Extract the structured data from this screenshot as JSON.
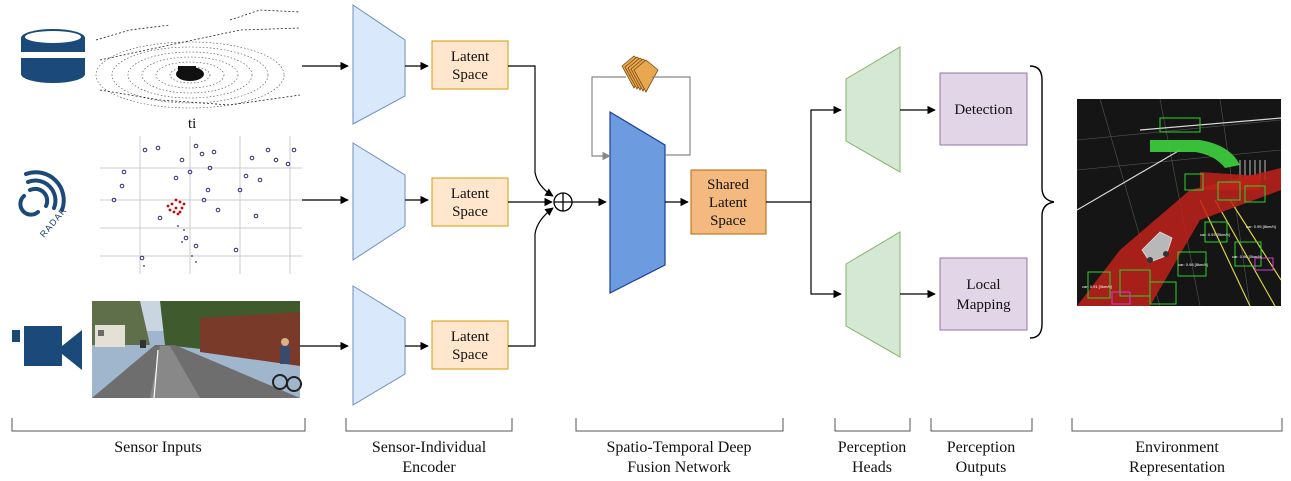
{
  "sensors": {
    "radar_icon_text": "RADAR",
    "radar_plot_caption": "ti"
  },
  "blocks": {
    "latent_space_line1": "Latent",
    "latent_space_line2": "Space",
    "shared_latent_line1": "Shared",
    "shared_latent_line2": "Latent",
    "shared_latent_line3": "Space",
    "detection": "Detection",
    "local_mapping_line1": "Local",
    "local_mapping_line2": "Mapping"
  },
  "sections": [
    {
      "line1": "Sensor Inputs",
      "line2": ""
    },
    {
      "line1": "Sensor-Individual",
      "line2": "Encoder"
    },
    {
      "line1": "Spatio-Temporal Deep",
      "line2": "Fusion Network"
    },
    {
      "line1": "Perception",
      "line2": "Heads"
    },
    {
      "line1": "Perception",
      "line2": "Outputs"
    },
    {
      "line1": "Environment",
      "line2": "Representation"
    }
  ],
  "env_tags": [
    "car: 0.98 [8km/h]",
    "car: 0.96 [0km/h]",
    "car: 0.93 [0km/h]",
    "car: 0.91 [0km/h]",
    "car: 0.95 [8km/h]"
  ],
  "colors": {
    "encoder_fill": "#dae8fc",
    "encoder_stroke": "#6c8ebf",
    "latent_fill": "#ffe6cc",
    "latent_stroke": "#d79b00",
    "shared_fill": "#f4b97e",
    "shared_stroke": "#b46504",
    "fusion_fill": "#6c9be0",
    "fusion_stroke": "#1a3f9a",
    "head_fill": "#d5e8d4",
    "head_stroke": "#82b366",
    "output_fill": "#e1d5e7",
    "output_stroke": "#9673a6",
    "sensor_icon": "#1b4a7a"
  }
}
